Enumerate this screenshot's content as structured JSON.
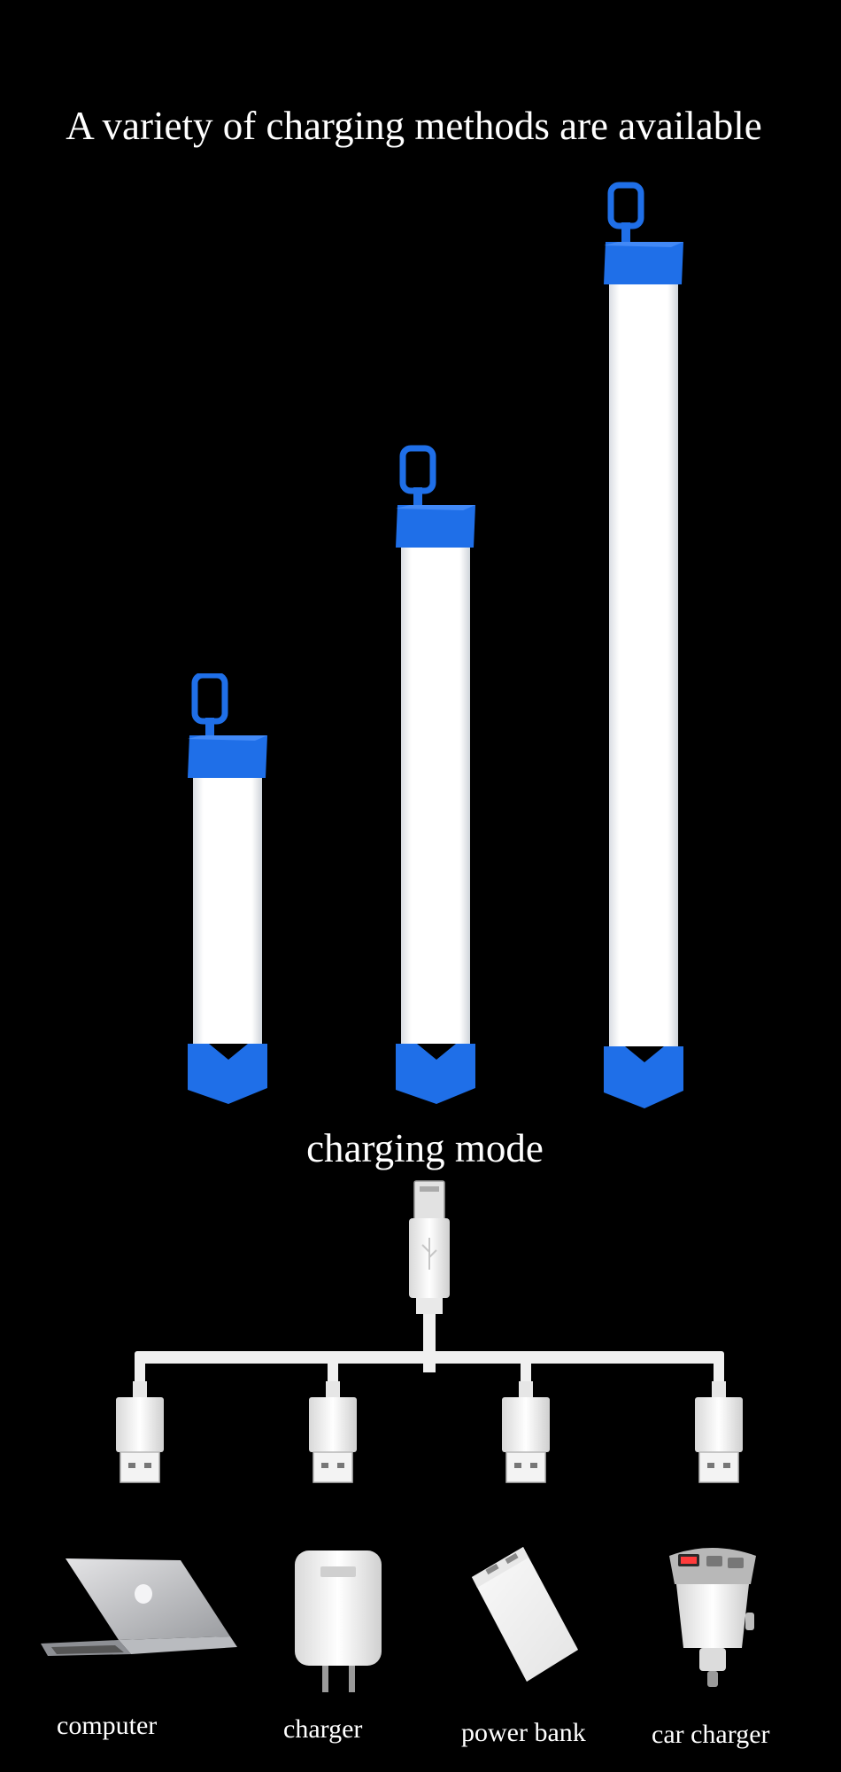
{
  "header": {
    "title": "A variety of charging methods are available"
  },
  "products": [
    {
      "name": "small-tube-light"
    },
    {
      "name": "medium-tube-light"
    },
    {
      "name": "large-tube-light"
    }
  ],
  "section": {
    "title": "charging mode"
  },
  "colors": {
    "accent": "#1f6fe8",
    "background": "#000000",
    "text": "#ffffff"
  },
  "devices": [
    {
      "label": "computer",
      "icon": "laptop-icon"
    },
    {
      "label": "charger",
      "icon": "wall-charger-icon"
    },
    {
      "label": "power bank",
      "icon": "power-bank-icon"
    },
    {
      "label": "car charger",
      "icon": "car-charger-icon"
    }
  ]
}
